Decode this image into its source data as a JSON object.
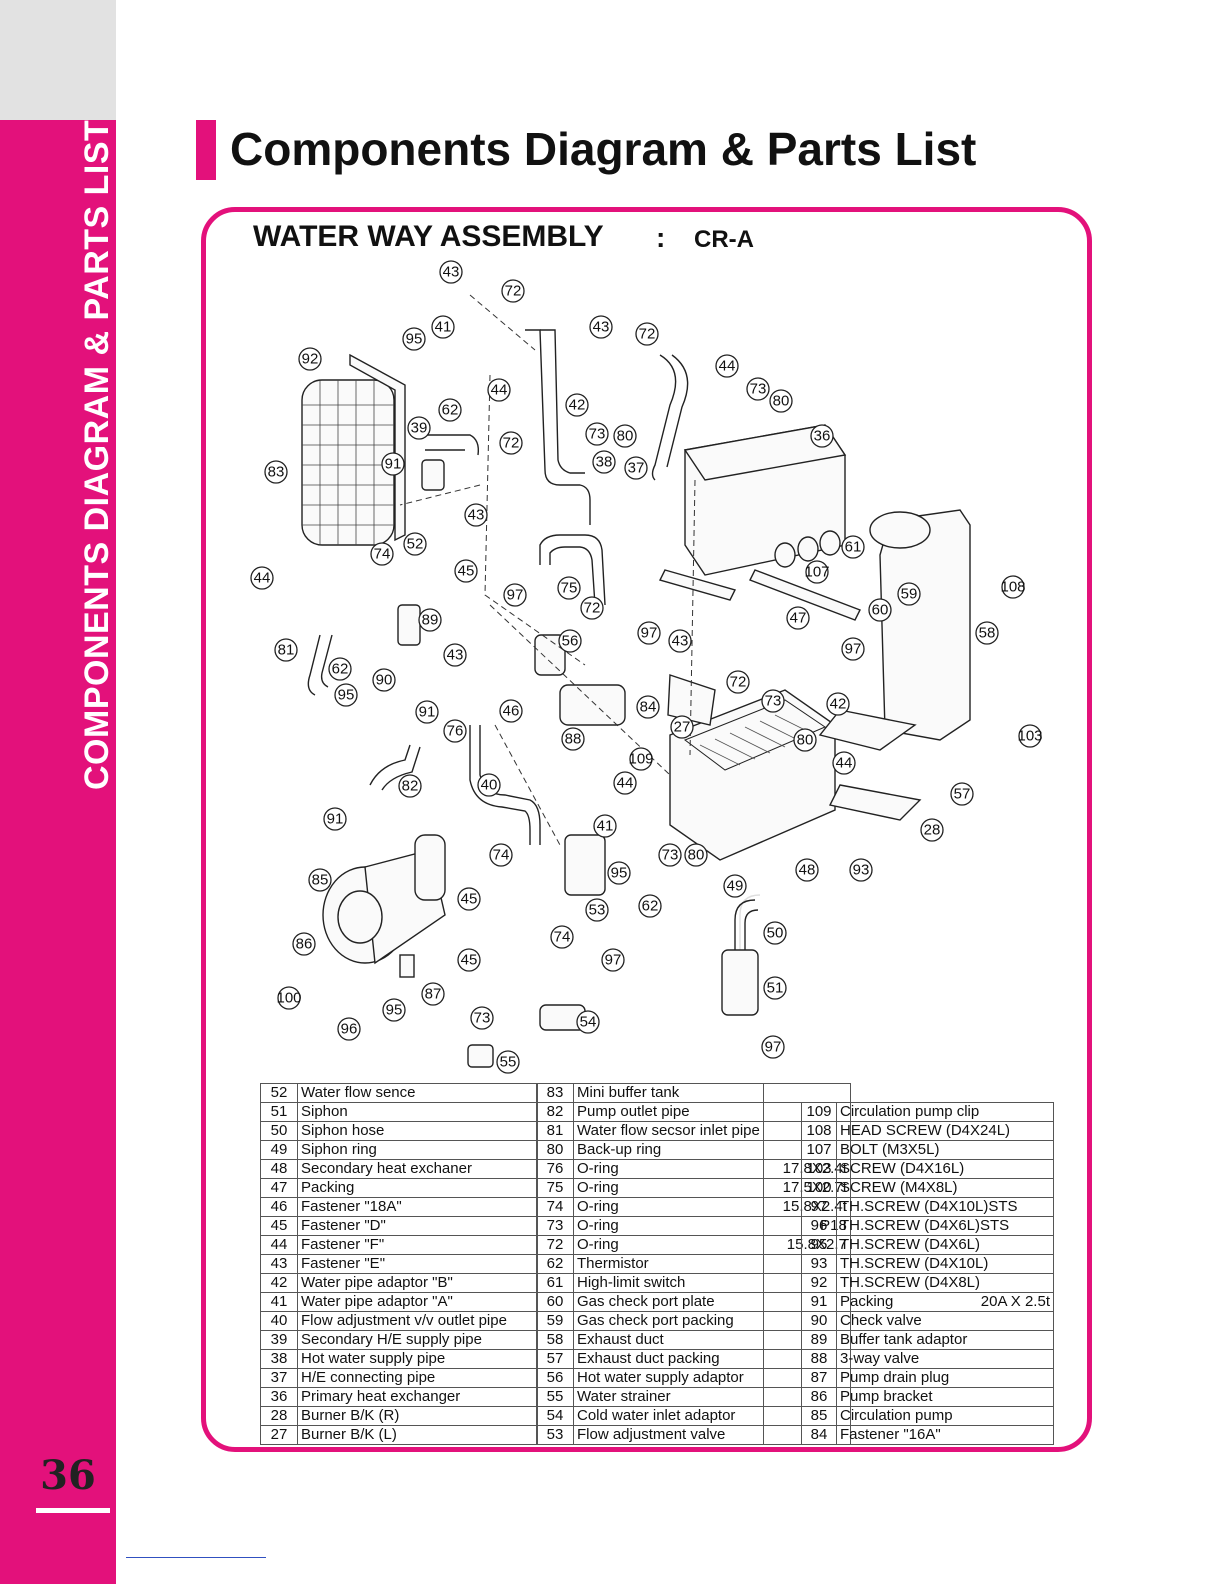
{
  "side_tab": {
    "label": "COMPONENTS DIAGRAM & PARTS LIST",
    "page_number": "36"
  },
  "header": {
    "title": "Components Diagram & Parts List"
  },
  "assembly": {
    "name": "WATER WAY ASSEMBLY",
    "colon": ":",
    "model": "CR-A"
  },
  "colors": {
    "accent": "#e3117b",
    "sidebar_top": "#e2e2e2"
  },
  "diagram": {
    "callouts": [
      "43",
      "72",
      "41",
      "95",
      "92",
      "44",
      "62",
      "43",
      "72",
      "42",
      "44",
      "73",
      "80",
      "73",
      "80",
      "39",
      "72",
      "91",
      "83",
      "38",
      "37",
      "36",
      "43",
      "52",
      "61",
      "74",
      "44",
      "45",
      "107",
      "108",
      "97",
      "75",
      "72",
      "60",
      "59",
      "47",
      "89",
      "81",
      "62",
      "43",
      "97",
      "58",
      "56",
      "43",
      "95",
      "90",
      "91",
      "46",
      "88",
      "84",
      "97",
      "72",
      "42",
      "73",
      "27",
      "76",
      "109",
      "80",
      "44",
      "103",
      "82",
      "40",
      "44",
      "57",
      "91",
      "41",
      "73",
      "80",
      "28",
      "74",
      "95",
      "93",
      "85",
      "45",
      "48",
      "49",
      "62",
      "53",
      "74",
      "86",
      "97",
      "50",
      "45",
      "87",
      "100",
      "95",
      "51",
      "96",
      "73",
      "54",
      "97",
      "55"
    ]
  },
  "parts": {
    "col1": [
      {
        "no": "52",
        "name": "Water flow sence"
      },
      {
        "no": "51",
        "name": "Siphon"
      },
      {
        "no": "50",
        "name": "Siphon hose"
      },
      {
        "no": "49",
        "name": "Siphon ring"
      },
      {
        "no": "48",
        "name": "Secondary heat exchaner"
      },
      {
        "no": "47",
        "name": "Packing"
      },
      {
        "no": "46",
        "name": "Fastener \"18A\""
      },
      {
        "no": "45",
        "name": "Fastener \"D\""
      },
      {
        "no": "44",
        "name": "Fastener \"F\""
      },
      {
        "no": "43",
        "name": "Fastener \"E\""
      },
      {
        "no": "42",
        "name": "Water pipe adaptor \"B\""
      },
      {
        "no": "41",
        "name": "Water pipe adaptor \"A\""
      },
      {
        "no": "40",
        "name": "Flow adjustment v/v outlet pipe"
      },
      {
        "no": "39",
        "name": "Secondary H/E supply pipe"
      },
      {
        "no": "38",
        "name": "Hot water supply pipe"
      },
      {
        "no": "37",
        "name": "H/E connecting pipe"
      },
      {
        "no": "36",
        "name": "Primary heat exchanger"
      },
      {
        "no": "28",
        "name": "Burner B/K (R)"
      },
      {
        "no": "27",
        "name": "Burner B/K (L)"
      }
    ],
    "col2": [
      {
        "no": "83",
        "name": "Mini buffer tank",
        "spec": ""
      },
      {
        "no": "82",
        "name": "Pump outlet pipe",
        "spec": ""
      },
      {
        "no": "81",
        "name": "Water flow secsor inlet pipe",
        "spec": ""
      },
      {
        "no": "80",
        "name": "Back-up ring",
        "spec": ""
      },
      {
        "no": "76",
        "name": "O-ring",
        "spec": "17.8X2.4t"
      },
      {
        "no": "75",
        "name": "O-ring",
        "spec": "17.5X2.7t"
      },
      {
        "no": "74",
        "name": "O-ring",
        "spec": "15.8X2.4t"
      },
      {
        "no": "73",
        "name": "O-ring",
        "spec": "P18"
      },
      {
        "no": "72",
        "name": "O-ring",
        "spec": "15.8X2.7"
      },
      {
        "no": "62",
        "name": "Thermistor",
        "spec": ""
      },
      {
        "no": "61",
        "name": "High-limit switch",
        "spec": ""
      },
      {
        "no": "60",
        "name": "Gas check port plate",
        "spec": ""
      },
      {
        "no": "59",
        "name": "Gas check port packing",
        "spec": ""
      },
      {
        "no": "58",
        "name": "Exhaust duct",
        "spec": ""
      },
      {
        "no": "57",
        "name": "Exhaust duct packing",
        "spec": ""
      },
      {
        "no": "56",
        "name": "Hot water supply adaptor",
        "spec": ""
      },
      {
        "no": "55",
        "name": "Water strainer",
        "spec": ""
      },
      {
        "no": "54",
        "name": "Cold water inlet adaptor",
        "spec": ""
      },
      {
        "no": "53",
        "name": "Flow adjustment valve",
        "spec": ""
      }
    ],
    "col3": [
      {
        "no": "109",
        "name": "Circulation pump clip",
        "spec": ""
      },
      {
        "no": "108",
        "name": "HEAD SCREW (D4X24L)",
        "spec": ""
      },
      {
        "no": "107",
        "name": "BOLT (M3X5L)",
        "spec": ""
      },
      {
        "no": "103",
        "name": "SCREW (D4X16L)",
        "spec": ""
      },
      {
        "no": "100",
        "name": "SCREW (M4X8L)",
        "spec": ""
      },
      {
        "no": "97",
        "name": "TH.SCREW (D4X10L)STS",
        "spec": ""
      },
      {
        "no": "96",
        "name": "TH.SCREW (D4X6L)STS",
        "spec": ""
      },
      {
        "no": "95",
        "name": "TH.SCREW (D4X6L)",
        "spec": ""
      },
      {
        "no": "93",
        "name": "TH.SCREW (D4X10L)",
        "spec": ""
      },
      {
        "no": "92",
        "name": "TH.SCREW (D4X8L)",
        "spec": ""
      },
      {
        "no": "91",
        "name": "Packing",
        "spec": "20A X 2.5t"
      },
      {
        "no": "90",
        "name": "Check valve",
        "spec": ""
      },
      {
        "no": "89",
        "name": "Buffer tank adaptor",
        "spec": ""
      },
      {
        "no": "88",
        "name": "3-way valve",
        "spec": ""
      },
      {
        "no": "87",
        "name": "Pump drain plug",
        "spec": ""
      },
      {
        "no": "86",
        "name": "Pump bracket",
        "spec": ""
      },
      {
        "no": "85",
        "name": "Circulation pump",
        "spec": ""
      },
      {
        "no": "84",
        "name": "Fastener \"16A\"",
        "spec": ""
      }
    ]
  }
}
